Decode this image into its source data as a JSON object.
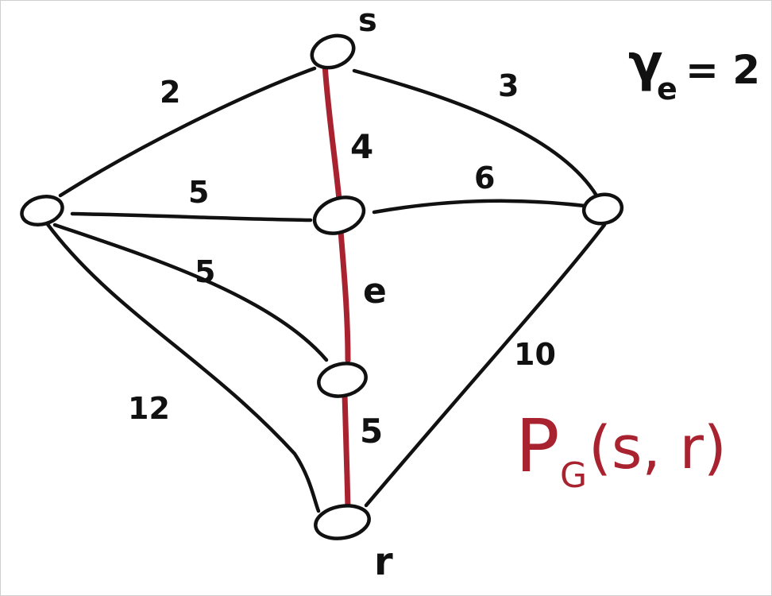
{
  "nodes": {
    "s": "s",
    "r": "r"
  },
  "edges": {
    "left_top": "2",
    "top_right": "3",
    "top_center": "4",
    "left_center": "5",
    "center_right": "6",
    "left_lower": "5",
    "center_lower": "e",
    "lower_r": "5",
    "left_r": "12",
    "right_r": "10"
  },
  "annotation": {
    "gamma_base": "γ",
    "gamma_sub": "e",
    "gamma_eq": "= 2",
    "path_p": "P",
    "path_sub": "G",
    "path_args": "(s, r)"
  },
  "colors": {
    "ink": "#111111",
    "path": "#a8232f"
  }
}
